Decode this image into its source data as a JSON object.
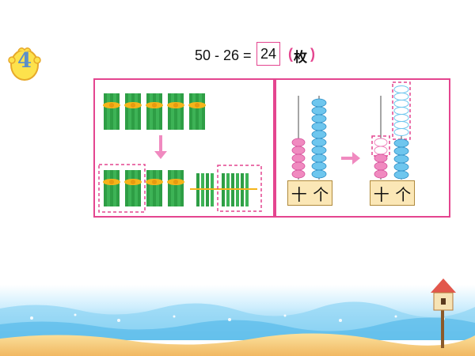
{
  "badge": {
    "number": "4"
  },
  "equation": {
    "expression": "50 - 26 =",
    "answer": "24",
    "unit_open": "(",
    "unit": "枚",
    "unit_close": ")"
  },
  "abacus_left": {
    "tens_label": "十",
    "ones_label": "个"
  },
  "abacus_right": {
    "tens_label": "十",
    "ones_label": "个"
  },
  "colors": {
    "accent": "#e4458f",
    "stick_green": "#2e9e45",
    "tie_yellow": "#f4b41a",
    "bead_pink": "#f08ac0",
    "bead_blue": "#6ec6ee",
    "label_bg": "#fbe7b6"
  }
}
